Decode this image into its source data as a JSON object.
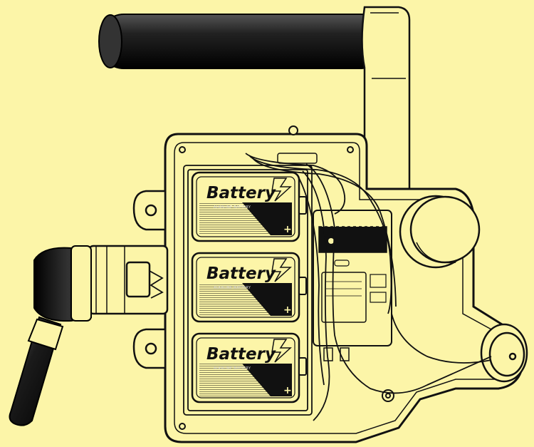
{
  "colors": {
    "background": "#fcf5a8",
    "ink": "#111111",
    "body": "#fcf5a8",
    "dark": "#1a1a1a"
  },
  "batteries": [
    {
      "label": "Battery",
      "subtext": "ALKALINE BATTERY",
      "terminal": "+"
    },
    {
      "label": "Battery",
      "subtext": "ALKALINE BATTERY",
      "terminal": "+"
    },
    {
      "label": "Battery",
      "subtext": "ALKALINE BATTERY",
      "terminal": "+"
    }
  ],
  "icons": {
    "lightning": "lightning-bolt-icon"
  }
}
